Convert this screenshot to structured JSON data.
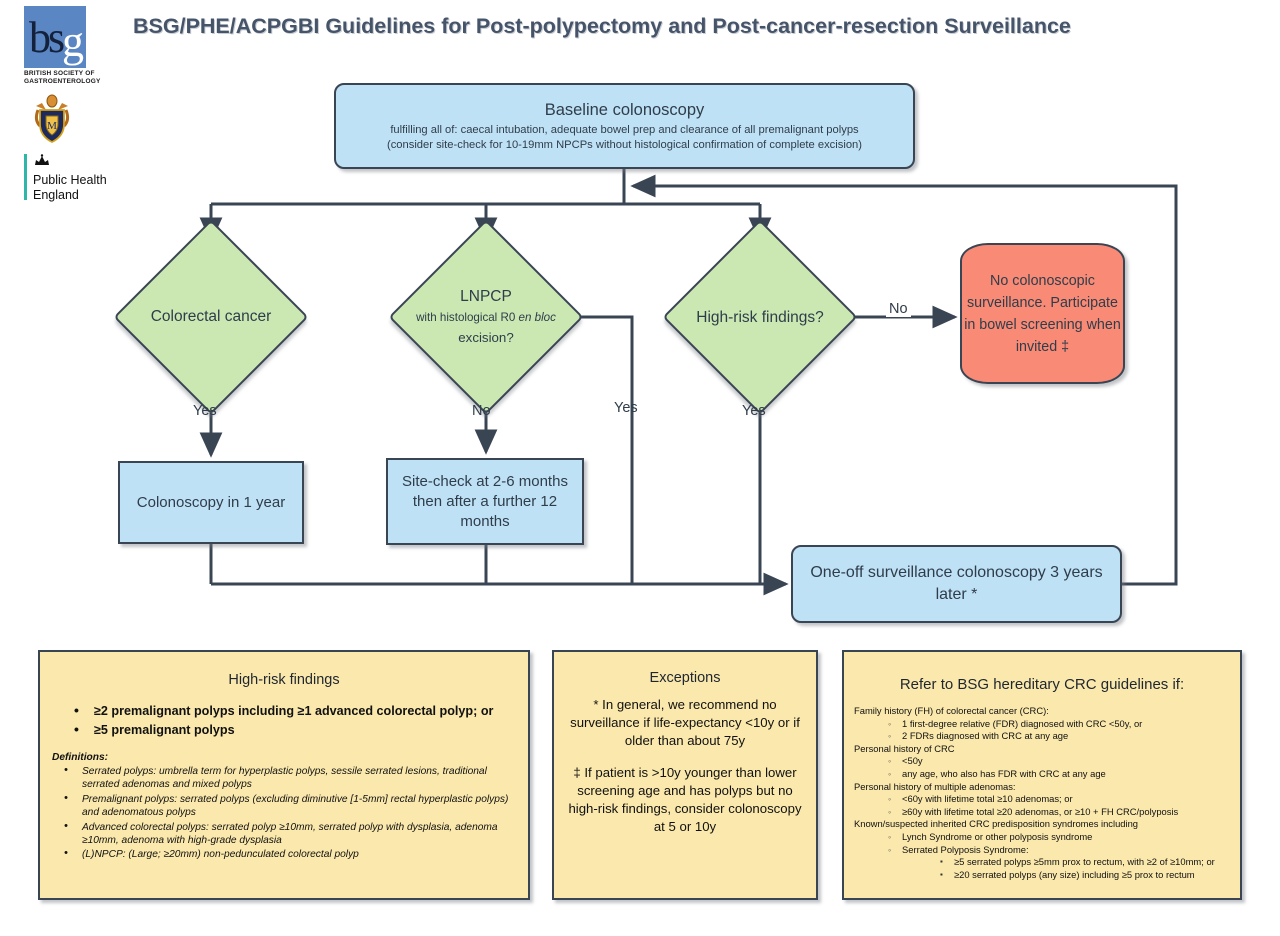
{
  "header": {
    "title": "BSG/PHE/ACPGBI Guidelines for Post-polypectomy and Post-cancer-resection Surveillance",
    "logos": {
      "bsg_mark": "bsg",
      "bsg_caption": "BRITISH SOCIETY OF GASTROENTEROLOGY",
      "acpgbi_crest": "heraldic-crest",
      "phe_line1": "Public Health",
      "phe_line2": "England"
    }
  },
  "flowchart": {
    "baseline": {
      "heading": "Baseline colonoscopy",
      "line1": "fulfilling all of: caecal intubation, adequate bowel prep and clearance of all premalignant polyps",
      "line2": "(consider site-check for 10-19mm NPCPs without histological confirmation of complete excision)"
    },
    "decisions": {
      "crc": {
        "line1": "Colorectal cancer"
      },
      "lnpcp": {
        "line1": "LNPCP",
        "line2": "with histological R0 en bloc",
        "line3": "excision?"
      },
      "highrisk": {
        "line1": "High-risk findings?"
      }
    },
    "edge_labels": {
      "crc_yes": "Yes",
      "lnpcp_no": "No",
      "lnpcp_yes": "Yes",
      "hrf_no": "No",
      "hrf_yes": "Yes"
    },
    "outcomes": {
      "colonoscopy_1y": "Colonoscopy in 1 year",
      "site_check": "Site-check at 2-6 months then after a further 12 months",
      "no_surveillance": "No colonoscopic surveillance. Participate in bowel screening when invited ‡",
      "one_off": "One-off surveillance colonoscopy 3 years later *"
    }
  },
  "panels": {
    "high_risk": {
      "title": "High-risk findings",
      "bullets": [
        "≥2 premalignant polyps including ≥1 advanced colorectal polyp; or",
        "≥5 premalignant polyps"
      ],
      "definitions_heading": "Definitions:",
      "definitions": [
        "Serrated polyps: umbrella term for hyperplastic polyps, sessile serrated lesions, traditional serrated adenomas and mixed polyps",
        "Premalignant polyps: serrated polyps (excluding diminutive [1-5mm] rectal hyperplastic polyps) and adenomatous polyps",
        "Advanced colorectal polyps: serrated polyp ≥10mm, serrated polyp with dysplasia, adenoma ≥10mm, adenoma with high-grade dysplasia",
        "(L)NPCP: (Large; ≥20mm) non-pedunculated colorectal polyp"
      ]
    },
    "exceptions": {
      "title": "Exceptions",
      "para1": "* In general, we recommend no surveillance if life-expectancy <10y or if older than about 75y",
      "para2": "‡ If patient is >10y younger than lower screening age and has polyps but no high-risk findings, consider colonoscopy at 5 or 10y"
    },
    "refer": {
      "title": "Refer to BSG hereditary CRC guidelines if:",
      "groups": [
        {
          "heading": "Family history (FH) of colorectal cancer (CRC):",
          "items": [
            "1 first-degree relative (FDR) diagnosed with CRC <50y, or",
            "2 FDRs diagnosed with CRC at any age"
          ]
        },
        {
          "heading": "Personal history of CRC",
          "items": [
            "<50y",
            "any age, who also has FDR with CRC at any age"
          ]
        },
        {
          "heading": "Personal history of multiple adenomas:",
          "items": [
            "<60y with lifetime total ≥10 adenomas; or",
            "≥60y with lifetime total ≥20 adenomas, or ≥10 + FH CRC/polyposis"
          ]
        },
        {
          "heading": "Known/suspected inherited CRC predisposition syndromes including",
          "items": [
            "Lynch Syndrome or other polyposis syndrome",
            "Serrated Polyposis Syndrome:"
          ],
          "subitems": [
            "≥5 serrated polyps ≥5mm prox to rectum, with ≥2 of ≥10mm; or",
            "≥20 serrated polyps (any size) including ≥5 prox to rectum"
          ]
        }
      ]
    }
  },
  "colors": {
    "blue": "#bfe1f5",
    "green": "#cbe8b3",
    "yellow": "#fae8ac",
    "red": "#f98a76",
    "border": "#3a4554",
    "title": "#46546a",
    "phe_teal": "#2eb6a8",
    "bsg_blue": "#5b86c4"
  }
}
